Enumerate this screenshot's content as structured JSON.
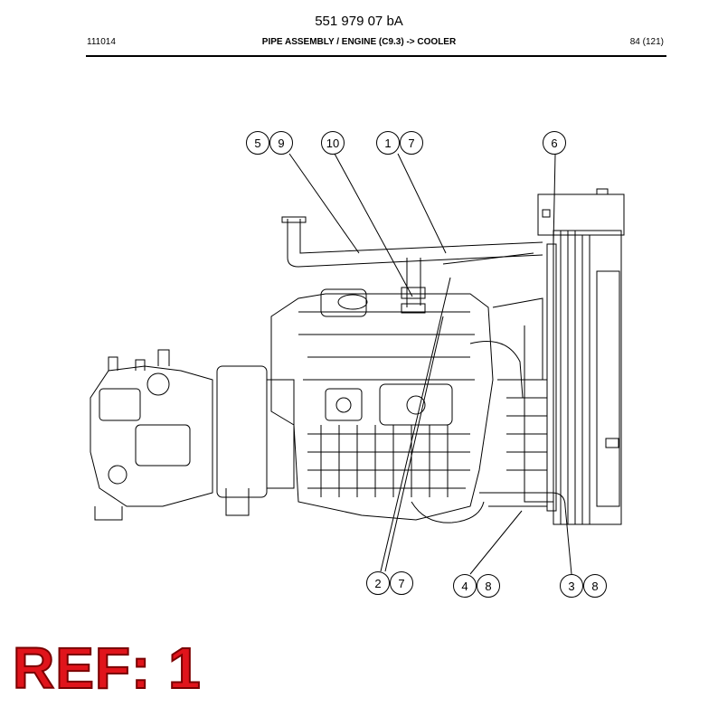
{
  "header": {
    "doc_number": "551 979 07 bA",
    "code": "111014",
    "title": "PIPE ASSEMBLY / ENGINE (C9.3) -> COOLER",
    "page": "84 (121)"
  },
  "callouts": [
    {
      "id": "c1",
      "numbers": [
        "5",
        "9"
      ]
    },
    {
      "id": "c2",
      "numbers": [
        "10"
      ]
    },
    {
      "id": "c3",
      "numbers": [
        "1",
        "7"
      ]
    },
    {
      "id": "c4",
      "numbers": [
        "6"
      ]
    },
    {
      "id": "c5",
      "numbers": [
        "2",
        "7"
      ]
    },
    {
      "id": "c6",
      "numbers": [
        "4",
        "8"
      ]
    },
    {
      "id": "c7",
      "numbers": [
        "3",
        "8"
      ]
    }
  ],
  "ref_label": "REF: 1"
}
